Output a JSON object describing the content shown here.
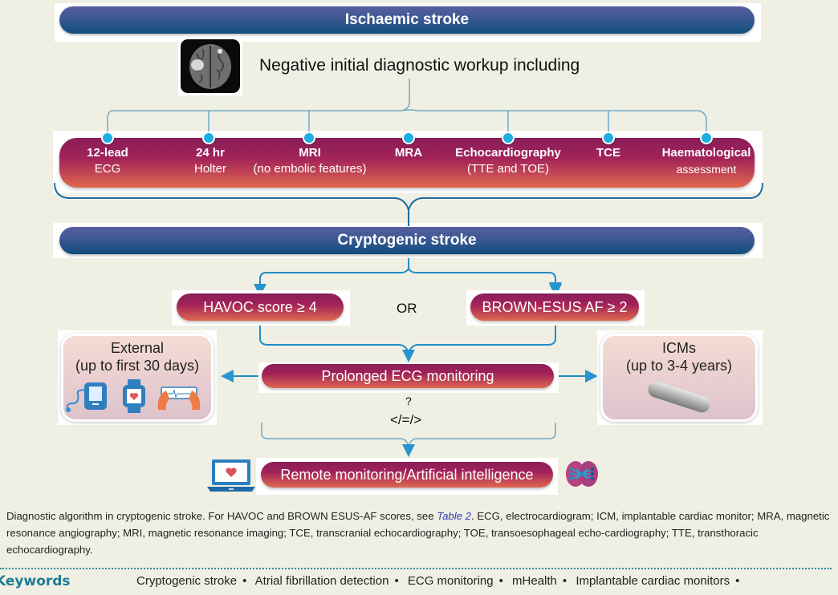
{
  "diagram": {
    "top_title": "Ischaemic stroke",
    "workup_text": "Negative initial diagnostic workup including",
    "tests": [
      {
        "line1": "12-lead",
        "line2": "ECG"
      },
      {
        "line1": "24 hr",
        "line2": "Holter"
      },
      {
        "line1": "MRI",
        "line2": "(no embolic features)"
      },
      {
        "line1": "MRA",
        "line2": ""
      },
      {
        "line1": "Echocardiography",
        "line2": "(TTE and TOE)"
      },
      {
        "line1": "TCE",
        "line2": ""
      },
      {
        "line1": "Haematological",
        "line2": "assessment"
      }
    ],
    "middle_title": "Cryptogenic stroke",
    "score_left": "HAVOC score ≥ 4",
    "or_text": "OR",
    "score_right": "BROWN-ESUS AF ≥ 2",
    "monitoring": "Prolonged ECG monitoring",
    "question_mark": "?",
    "comparison": "</=/>",
    "external_box": {
      "line1": "External",
      "line2": "(up to first 30 days)",
      "icons": [
        "blood-pressure-monitor-icon",
        "smartwatch-icon",
        "handheld-ecg-icon"
      ]
    },
    "icm_box": {
      "line1": "ICMs",
      "line2": "(up to 3-4 years)",
      "icons": [
        "implantable-monitor-icon"
      ]
    },
    "bottom": "Remote monitoring/Artificial intelligence",
    "icons": {
      "brain_scan": "brain-mri-icon",
      "laptop": "laptop-heart-icon",
      "ai_brain": "ai-brain-icon"
    },
    "colors": {
      "blue_pill": "#0f4d7d",
      "magenta": "#a12259",
      "orange": "#e0684f",
      "connector": "#1f8ec4",
      "dot": "#1eaee0",
      "background": "#f0efe3",
      "keywords": "#1a7d92",
      "link": "#2c3fb7"
    }
  },
  "caption": {
    "part1": "Diagnostic algorithm in cryptogenic stroke. For HAVOC and BROWN ESUS-AF scores, see ",
    "link": "Table 2",
    "part2": ". ECG, electrocardiogram; ICM, implantable cardiac monitor; MRA, magnetic resonance angiography; MRI, magnetic resonance imaging; TCE, transcranial echocardiography; TOE, transoesophageal echo-cardiography; TTE, transthoracic echocardiography."
  },
  "keywords": {
    "label": "Keywords",
    "items": [
      "Cryptogenic stroke",
      "Atrial fibrillation detection",
      "ECG monitoring",
      "mHealth",
      "Implantable cardiac monitors"
    ]
  }
}
